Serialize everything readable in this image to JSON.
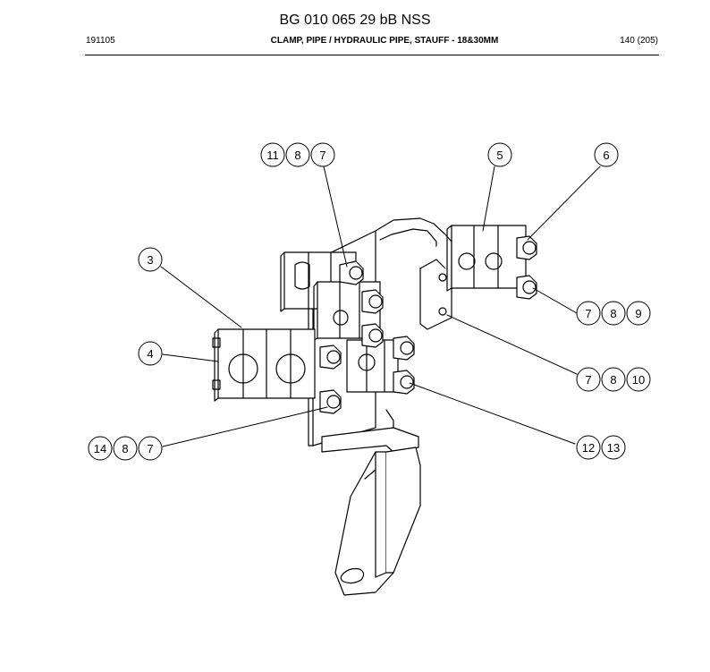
{
  "header": {
    "document_title": "BG 010 065 29 bB NSS",
    "date_code": "191105",
    "description": "CLAMP, PIPE / HYDRAULIC PIPE, STAUFF - 18&30MM",
    "page_ref": "140 (205)"
  },
  "callouts": {
    "top_left": [
      "11",
      "8",
      "7"
    ],
    "top_five": "5",
    "top_six": "6",
    "left_three": "3",
    "left_four": "4",
    "right_upper": [
      "7",
      "8",
      "9"
    ],
    "right_middle": [
      "7",
      "8",
      "10"
    ],
    "right_lower": [
      "12",
      "13"
    ],
    "bottom_left": [
      "14",
      "8",
      "7"
    ]
  }
}
